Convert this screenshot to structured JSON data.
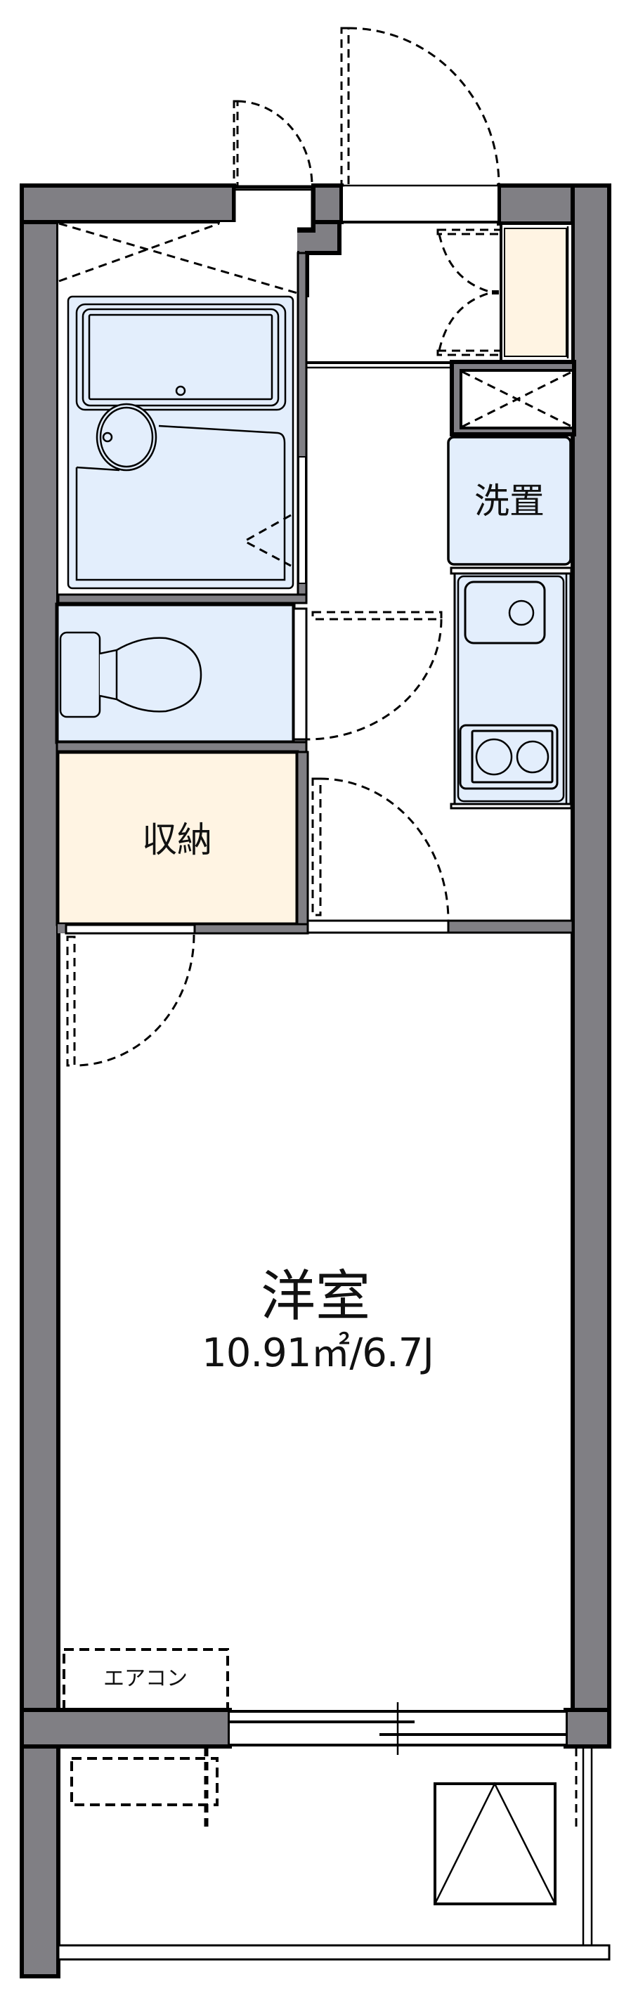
{
  "floorplan": {
    "colors": {
      "wall": "#807f84",
      "wet_area": "#e3eefc",
      "storage": "#fff4e3",
      "line": "#000000",
      "background": "#ffffff"
    },
    "rooms": {
      "western_room": {
        "label": "洋室",
        "area": "10.91㎡/6.7J"
      },
      "storage": {
        "label": "収納"
      },
      "washer_space": {
        "label": "洗置"
      },
      "air_conditioner": {
        "label": "エアコン"
      }
    },
    "fixtures": [
      "entrance-door",
      "meter-box-door",
      "shoe-cabinet",
      "unit-bath",
      "toilet",
      "kitchen-sink",
      "two-burner-stove",
      "balcony",
      "evacuation-hatch",
      "outdoor-ac-unit",
      "sliding-window"
    ]
  }
}
